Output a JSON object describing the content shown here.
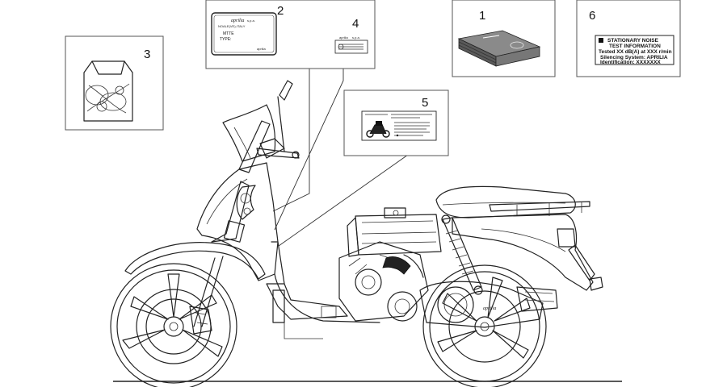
{
  "callouts": [
    {
      "id": "1",
      "label": "1"
    },
    {
      "id": "2",
      "label": "2"
    },
    {
      "id": "3",
      "label": "3"
    },
    {
      "id": "4",
      "label": "4"
    },
    {
      "id": "5",
      "label": "5"
    },
    {
      "id": "6",
      "label": "6"
    }
  ],
  "plate_2": {
    "brand": "aprilia",
    "suffix": "s.p.a.",
    "address": "NOALE(VE)-ITALY",
    "line1": "MTTE",
    "line2": "TYPE:",
    "footer": "aprilia"
  },
  "label_4": {
    "brand": "aprilia",
    "suffix": "s.p.a."
  },
  "label_6": {
    "line1": "STATIONARY NOISE",
    "line2": "TEST INFORMATION",
    "line3": "Tested XX dB(A) at XXX r/min",
    "line4": "Silencing System: APRILIA",
    "line5": "Identification: XXXXXXX"
  },
  "side_panel_brand": "aprilia"
}
